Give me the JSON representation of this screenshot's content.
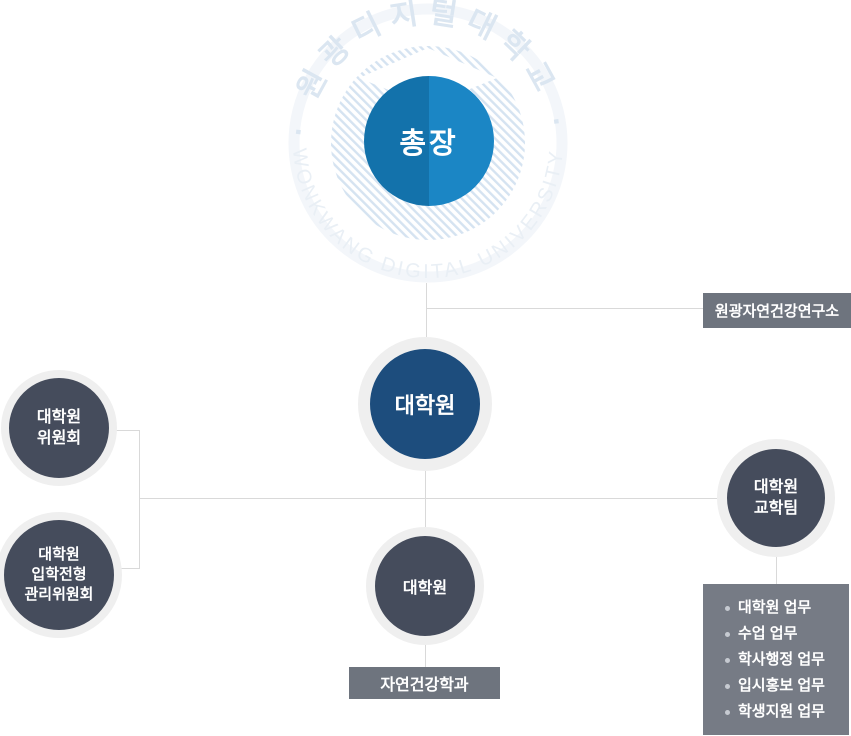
{
  "seal": {
    "top_text": "· 원광디지털대학교 ·",
    "bottom_text": "WONKWANG DIGITAL UNIVERSITY"
  },
  "nodes": {
    "president": {
      "label": "총장"
    },
    "graduate_school": {
      "label": "대학원"
    },
    "graduate_committee": {
      "line1": "대학원",
      "line2": "위원회"
    },
    "admission_committee": {
      "line1": "대학원",
      "line2": "입학전형",
      "line3": "관리위원회"
    },
    "academic_affairs_team": {
      "line1": "대학원",
      "line2": "교학팀"
    },
    "graduate_school_sub": {
      "label": "대학원"
    }
  },
  "boxes": {
    "research_institute": {
      "label": "원광자연건강연구소"
    },
    "department": {
      "label": "자연건강학과"
    },
    "duties": {
      "items": [
        "대학원 업무",
        "수업 업무",
        "학사행정 업무",
        "입시홍보 업무",
        "학생지원 업무"
      ]
    }
  },
  "colors": {
    "president_left_blue": "#1372ab",
    "president_right_blue": "#1b86c5",
    "graduate_navy": "#1d4d7d",
    "node_slate": "#454c5c",
    "box_gray": "#6e747e",
    "duties_gray": "#767b85",
    "ring_gray": "#efefef",
    "connector_gray": "#d9d9d9",
    "seal_hatch_blue": "#d5e3f1",
    "seal_text_blue": "#dbe6f1"
  }
}
